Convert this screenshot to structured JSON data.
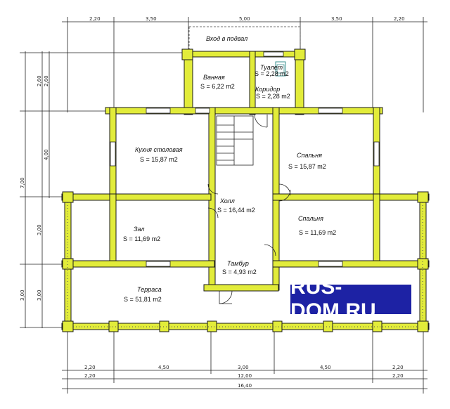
{
  "plan": {
    "top_dims": [
      "2,20",
      "3,50",
      "5,00",
      "3,50",
      "2,20"
    ],
    "bottom_dims_row1": [
      "2,20",
      "4,50",
      "3,00",
      "4,50",
      "2,20"
    ],
    "bottom_dims_row2": [
      "2,20",
      "12,00",
      "2,20"
    ],
    "bottom_total": "16,40",
    "left_dims_outer": [
      "7,00",
      "3,00"
    ],
    "left_dims_mid": [
      "2,60",
      "3,00",
      "3,00"
    ],
    "left_dims_inner": [
      "2,60",
      "4,00"
    ],
    "basement_label": "Вход в подвал",
    "rooms": {
      "bath": {
        "name": "Ванная",
        "area": "S = 6,22 m2"
      },
      "toilet": {
        "name": "Туалет",
        "area": "S = 2,28 m2"
      },
      "corridor": {
        "name": "Коридор",
        "area": "S = 2,28 m2"
      },
      "kitchen": {
        "name": "Кухня столовая",
        "area": "S = 15,87 m2"
      },
      "bedroom1": {
        "name": "Спальня",
        "area": "S = 15,87 m2"
      },
      "hall": {
        "name": "Холл",
        "area": "S = 16,44 m2"
      },
      "zal": {
        "name": "Зал",
        "area": "S = 11,69 m2"
      },
      "bedroom2": {
        "name": "Спальня",
        "area": "S = 11,69 m2"
      },
      "tambur": {
        "name": "Тамбур",
        "area": "S = 4,93 m2"
      },
      "terrace": {
        "name": "Терраса",
        "area": "S = 51,81 m2"
      }
    },
    "logo_text": "RUS-DOM.RU"
  }
}
